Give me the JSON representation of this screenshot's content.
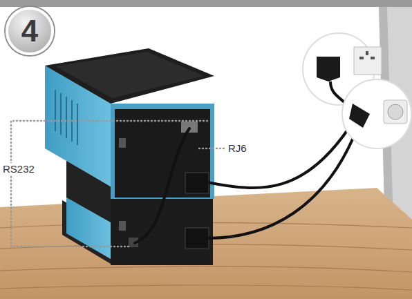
{
  "diagram": {
    "nodes": [
      {
        "text": [
          "4"
        ]
      }
    ],
    "labels": [
      "RJ6",
      "RS232"
    ]
  }
}
